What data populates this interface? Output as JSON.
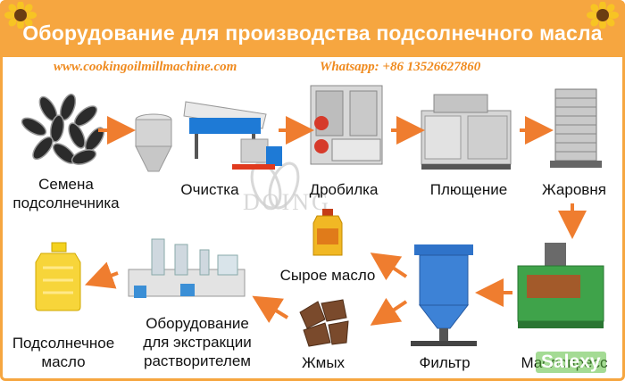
{
  "header": {
    "title": "Оборудование для производства подсолнечного масла",
    "website": "www.cookingoilmillmachine.com",
    "whatsapp": "Whatsapp: +86 13526627860"
  },
  "watermark": "DOING",
  "corner_badge": "Salexy",
  "steps": {
    "seeds": {
      "line1": "Семена",
      "line2": "подсолнечника"
    },
    "cleaning": "Очистка",
    "crushing": "Дробилка",
    "flaking": "Плющение",
    "roasting": "Жаровня",
    "press": "Маслопресс",
    "filter": "Фильтр",
    "crude_oil": "Сырое масло",
    "cake": "Жмых",
    "extraction": {
      "line1": "Оборудование",
      "line2": "для экстракции",
      "line3": "растворителем"
    },
    "final_oil": {
      "line1": "Подсолнечное",
      "line2": "масло"
    }
  },
  "colors": {
    "accent": "#f6a640",
    "arrow": "#ef7d2f"
  }
}
